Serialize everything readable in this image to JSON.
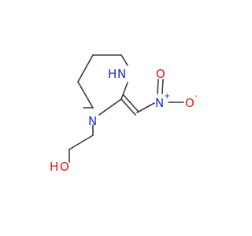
{
  "molecule": {
    "atoms": {
      "n_ring_top": "N",
      "h_ring_top": "H",
      "n_ring_bottom": "N",
      "n_nitro": "N",
      "plus": "+",
      "o_top": "O",
      "o_right": "O",
      "minus": "-",
      "h_hydroxyl": "H",
      "o_hydroxyl": "O"
    },
    "colors": {
      "bond": "#3a3a3a",
      "nitrogen": "#1f2fd0",
      "oxygen": "#e0201b"
    }
  }
}
